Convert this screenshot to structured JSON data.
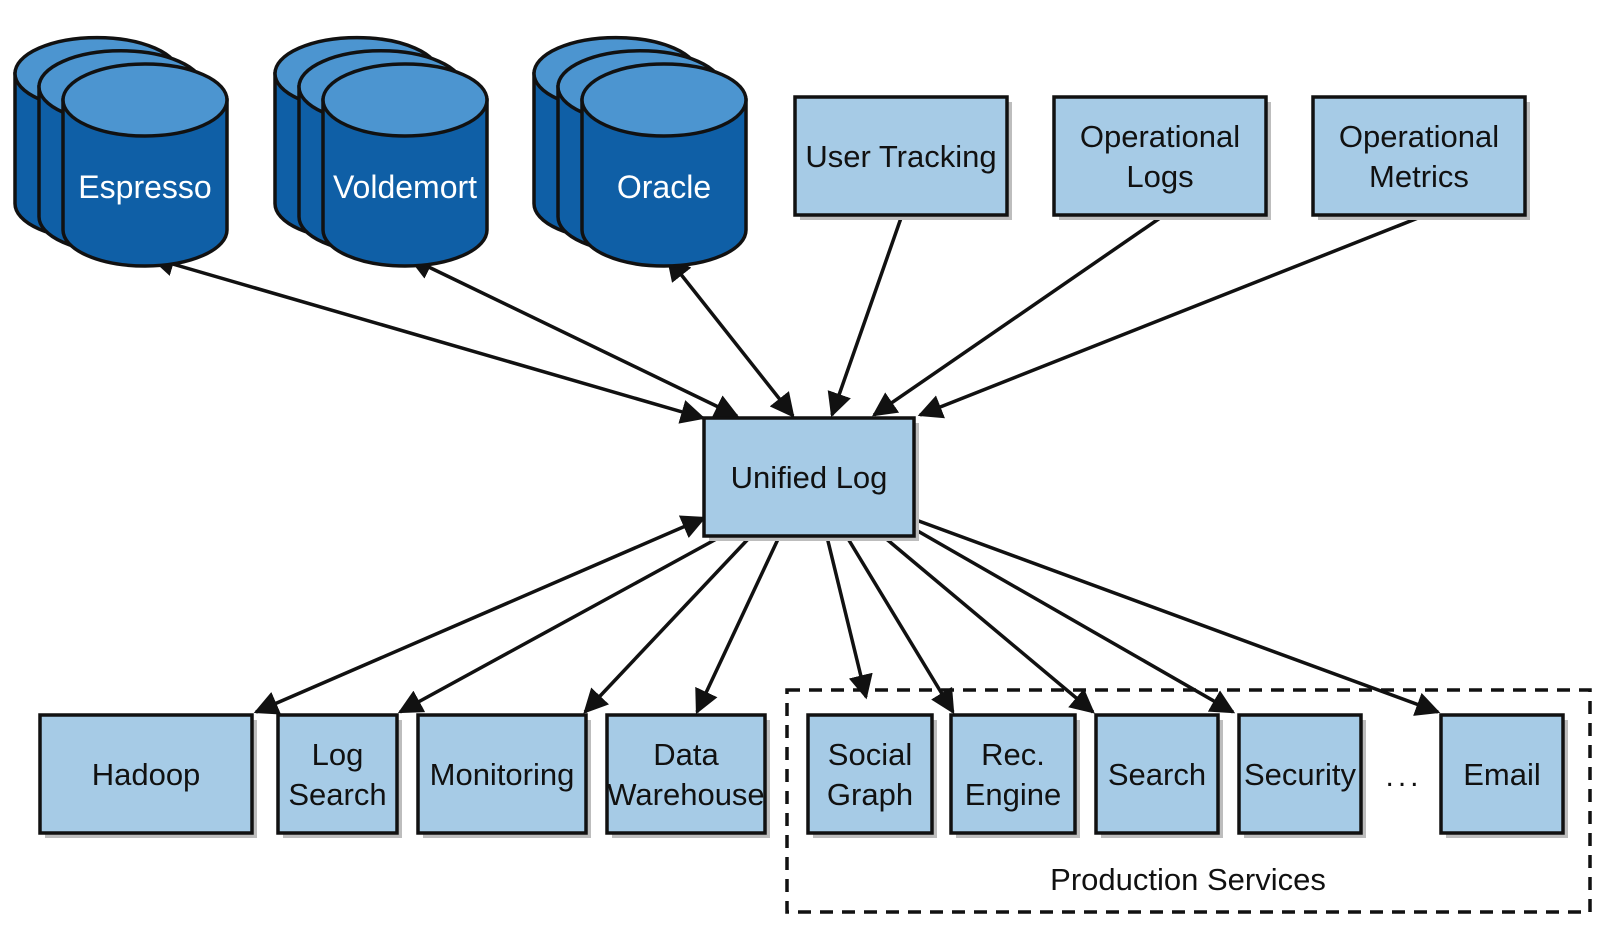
{
  "databases": [
    {
      "id": "espresso",
      "label": "Espresso"
    },
    {
      "id": "voldemort",
      "label": "Voldemort"
    },
    {
      "id": "oracle",
      "label": "Oracle"
    }
  ],
  "sources": [
    {
      "id": "user-tracking",
      "lines": [
        "User Tracking"
      ]
    },
    {
      "id": "operational-logs",
      "lines": [
        "Operational",
        "Logs"
      ]
    },
    {
      "id": "operational-metrics",
      "lines": [
        "Operational",
        "Metrics"
      ]
    }
  ],
  "hub": {
    "id": "unified-log",
    "lines": [
      "Unified Log"
    ]
  },
  "consumers": [
    {
      "id": "hadoop",
      "lines": [
        "Hadoop"
      ]
    },
    {
      "id": "log-search",
      "lines": [
        "Log",
        "Search"
      ]
    },
    {
      "id": "monitoring",
      "lines": [
        "Monitoring"
      ]
    },
    {
      "id": "data-warehouse",
      "lines": [
        "Data",
        "Warehouse"
      ]
    },
    {
      "id": "social-graph",
      "lines": [
        "Social",
        "Graph"
      ]
    },
    {
      "id": "rec-engine",
      "lines": [
        "Rec.",
        "Engine"
      ]
    },
    {
      "id": "search",
      "lines": [
        "Search"
      ]
    },
    {
      "id": "security",
      "lines": [
        "Security"
      ]
    },
    {
      "id": "email",
      "lines": [
        "Email"
      ]
    }
  ],
  "ellipsis": "...",
  "group": {
    "label": "Production Services"
  },
  "edges": [
    {
      "from": "unified-log",
      "to": "espresso",
      "direction": "both"
    },
    {
      "from": "unified-log",
      "to": "voldemort",
      "direction": "both"
    },
    {
      "from": "unified-log",
      "to": "oracle",
      "direction": "both"
    },
    {
      "from": "user-tracking",
      "to": "unified-log",
      "direction": "forward"
    },
    {
      "from": "operational-logs",
      "to": "unified-log",
      "direction": "forward"
    },
    {
      "from": "operational-metrics",
      "to": "unified-log",
      "direction": "forward"
    },
    {
      "from": "unified-log",
      "to": "hadoop",
      "direction": "both"
    },
    {
      "from": "unified-log",
      "to": "log-search",
      "direction": "forward"
    },
    {
      "from": "unified-log",
      "to": "monitoring",
      "direction": "forward"
    },
    {
      "from": "unified-log",
      "to": "data-warehouse",
      "direction": "forward"
    },
    {
      "from": "unified-log",
      "to": "social-graph",
      "direction": "forward"
    },
    {
      "from": "unified-log",
      "to": "rec-engine",
      "direction": "forward"
    },
    {
      "from": "unified-log",
      "to": "search",
      "direction": "forward"
    },
    {
      "from": "unified-log",
      "to": "security",
      "direction": "forward"
    },
    {
      "from": "unified-log",
      "to": "email",
      "direction": "forward"
    }
  ]
}
